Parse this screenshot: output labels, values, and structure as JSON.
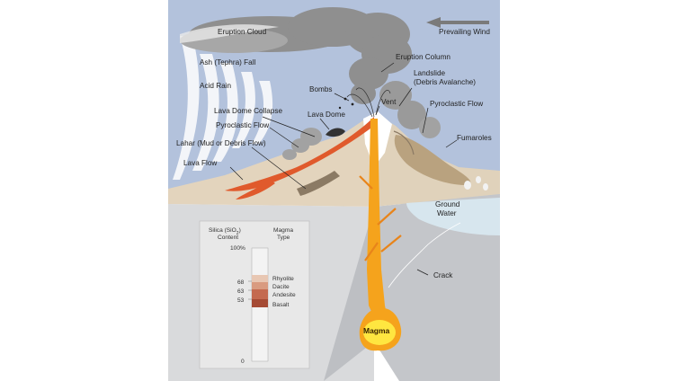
{
  "labels": {
    "eruption_cloud": "Eruption Cloud",
    "prevailing_wind": "Prevailing Wind",
    "eruption_column": "Eruption Column",
    "ash_fall": "Ash (Tephra) Fall",
    "acid_rain": "Acid Rain",
    "bombs": "Bombs",
    "landslide_1": "Landslide",
    "landslide_2": "(Debris Avalanche)",
    "vent": "Vent",
    "lava_dome_collapse": "Lava Dome Collapse",
    "lava_dome": "Lava Dome",
    "pyroclastic_flow_left": "Pyroclastic Flow",
    "pyroclastic_flow_right": "Pyroclastic Flow",
    "lahar": "Lahar (Mud or Debris Flow)",
    "fumaroles": "Fumaroles",
    "lava_flow": "Lava Flow",
    "ground_water_1": "Ground",
    "ground_water_2": "Water",
    "crack": "Crack",
    "magma": "Magma"
  },
  "legend": {
    "col1_line1": "Silica (SiO",
    "col1_sub": "2",
    "col1_line1_end": ")",
    "col1_line2": "Content",
    "col2_line1": "Magma",
    "col2_line2": "Type",
    "top_tick": "100%",
    "bottom_tick": "0",
    "ticks": [
      {
        "value": 68,
        "label": "68",
        "type": "Rhyolite"
      },
      {
        "value": 63,
        "label": "63",
        "type": "Dacite"
      },
      {
        "value": 53,
        "label": "53",
        "type": "Andesite"
      },
      {
        "value": null,
        "label": "",
        "type": "Basalt"
      }
    ]
  },
  "colors": {
    "sky": "#b3c2dc",
    "cloud": "#8f8f8f",
    "crust_front": "#d9dadc",
    "crust_side": "#c4c6ca",
    "surface": "#e3d4bd",
    "lava": "#e05a2c",
    "magma": "#f5a31c",
    "magma_core": "#ffe640",
    "groundwater": "#d7e6ee"
  }
}
